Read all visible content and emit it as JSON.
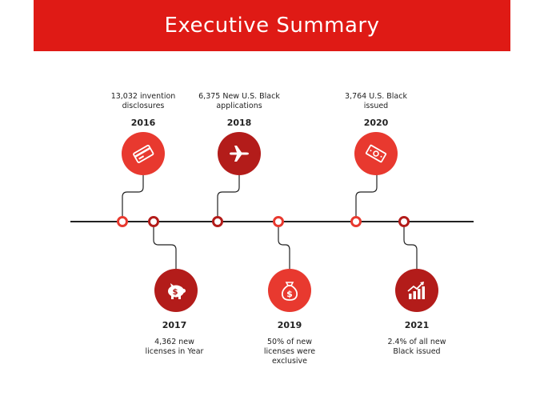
{
  "header": {
    "title": "Executive Summary"
  },
  "colors": {
    "bright_red": "#e8392f",
    "dark_red": "#b31c1a",
    "banner_red": "#df1a15",
    "line": "#222222"
  },
  "milestones": [
    {
      "year": "2016",
      "description": "13,032 invention\ndisclosures",
      "icon": "credit-card-icon"
    },
    {
      "year": "2017",
      "description": "4,362  new\nlicenses in Year",
      "icon": "piggy-bank-icon"
    },
    {
      "year": "2018",
      "description": "6,375  New U.S. Black\napplications",
      "icon": "airplane-icon"
    },
    {
      "year": "2019",
      "description": "50% of new\nlicenses were\nexclusive",
      "icon": "money-bag-icon"
    },
    {
      "year": "2020",
      "description": "3,764  U.S. Black\nissued",
      "icon": "banknote-icon"
    },
    {
      "year": "2021",
      "description": "2.4% of all new\nBlack issued",
      "icon": "growth-chart-icon"
    }
  ]
}
